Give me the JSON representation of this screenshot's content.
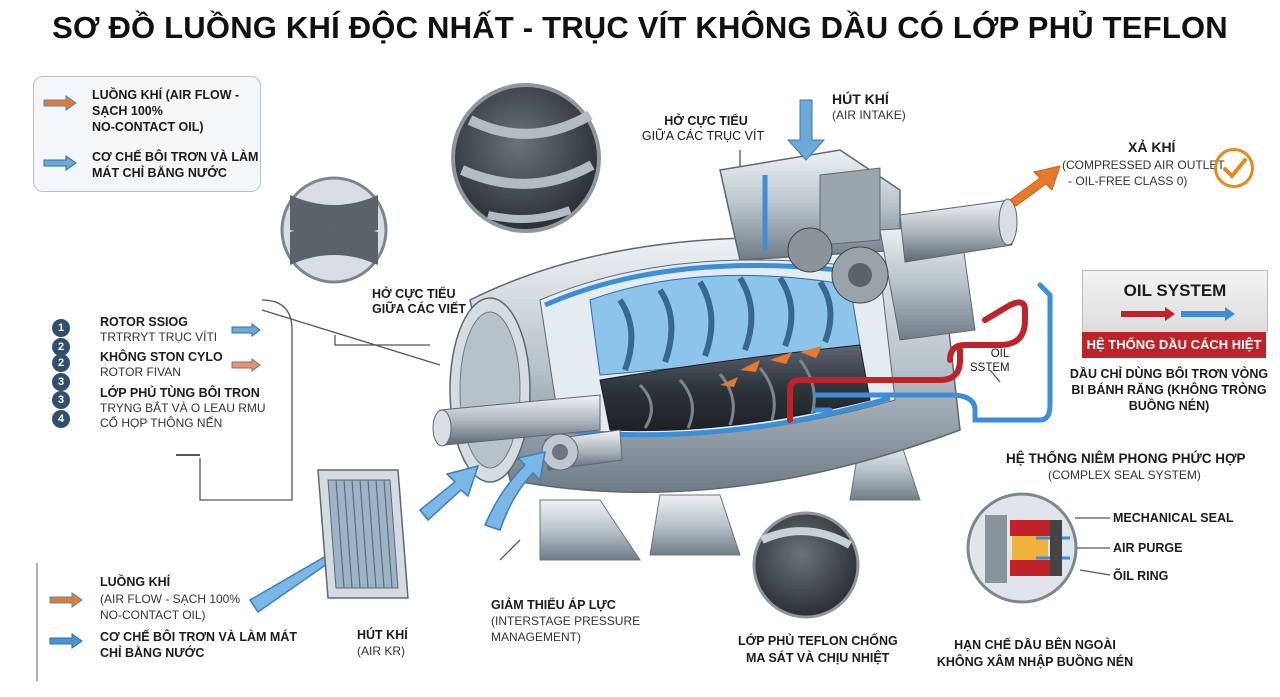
{
  "title": "SƠ ĐỒ LUỒNG KHÍ ĐỘC NHẤT - TRỤC VÍT KHÔNG DẦU CÓ LỚP PHỦ TEFLON",
  "legend_top": {
    "item1_line1": "LUỒNG KHÍ (AIR FLOW -",
    "item1_line2": "SẠCH 100%",
    "item1_line3": "NO-CONTACT OIL)",
    "item2_line1": "CƠ CHẾ BÔI TRƠN VÀ LÀM",
    "item2_line2": "MÁT CHỈ BẰNG NƯỚC"
  },
  "legend_bottom": {
    "item1_line1": "LUỒNG KHÍ",
    "item1_line2": "(AIR FLOW - SẠCH 100%",
    "item1_line3": "NO-CONTACT OIL)",
    "item2_line1": "CƠ CHẾ BÔI TRƠN VÀ LÀM MÁT",
    "item2_line2": "CHỈ BẰNG NƯỚC"
  },
  "numbered_list": [
    {
      "n1": "1",
      "n2": "2",
      "title": "ROTOR SSIOG",
      "sub1": "TRTRRYT TRỤC VÍTI",
      "sub2": ""
    },
    {
      "n1": "2",
      "n2": "3",
      "title": "KHÔNG STON CYLO",
      "sub1": "ROTOR FIVAN",
      "sub2": ""
    },
    {
      "n1": "3",
      "n2": "4",
      "title": "LỚP PHỦ TÙNG BÔI TRON",
      "sub1": "TRYNG BẮT VÀ O LEAU RMU",
      "sub2": "CỔ HỌP THÔNG NẾN"
    }
  ],
  "callouts": {
    "gap_top_line1": "HỞ CỰC TIỂU",
    "gap_top_line2": "GIỮA CÁC TRỤC VÍT",
    "gap_left_line1": "HỞ CỰC TIỂU",
    "gap_left_line2": "GIỮA CÁC VIẾT",
    "intake_title": "HÚT KHÍ",
    "intake_sub": "(AIR INTAKE)",
    "outlet_title": "XẢ KHÍ",
    "outlet_sub1": "(COMPRESSED AIR OUTLET",
    "outlet_sub2": "- OIL-FREE CLASS 0)",
    "oil_system_title": "OIL SYSTEM",
    "oil_system_sub": "HỆ THỐNG DẦU CÁCH HIỆT",
    "oil_stem_line1": "OIL",
    "oil_stem_line2": "SSTEM",
    "gear_oil_line1": "DẦU CHỈ DÙNG BÔI TRƠN VÒNG",
    "gear_oil_line2": "BI BÁNH RĂNG (KHÔNG TRÒNG",
    "gear_oil_line3": "BUỒNG NÉN)",
    "seal_title": "HỆ THỐNG NIÊM PHONG PHỨC HỢP",
    "seal_sub": "(COMPLEX SEAL SYSTEM)",
    "mech_seal": "MECHANICAL SEAL",
    "air_purge": "AIR PURGE",
    "oil_ring": "ÕIL RING",
    "seal_note_line1": "HẠN CHẾ DẦU BÊN NGOÀI",
    "seal_note_line2": "KHÔNG XÂM NHẬP BUỒNG NÉN",
    "teflon_line1": "LỚP PHỦ TEFLON CHỐNG",
    "teflon_line2": "MA SÁT VÀ CHỊU NHIỆT",
    "pressure_line1": "GIẢM THIỂU ÁP LỰC",
    "pressure_line2": "(INTERSTAGE PRESSURE",
    "pressure_line3": "MANAGEMENT)",
    "air_kr_title": "HÚT KHÍ",
    "air_kr_sub": "(AIR KR)"
  },
  "colors": {
    "airflow": "#e8792b",
    "water": "#3b8fd6",
    "oil_red": "#c0222a",
    "steel": "#c9d1d8",
    "steel_dark": "#7e8a95"
  },
  "icons": [
    "airflow-arrow-icon",
    "water-arrow-icon",
    "checkmark-icon"
  ]
}
